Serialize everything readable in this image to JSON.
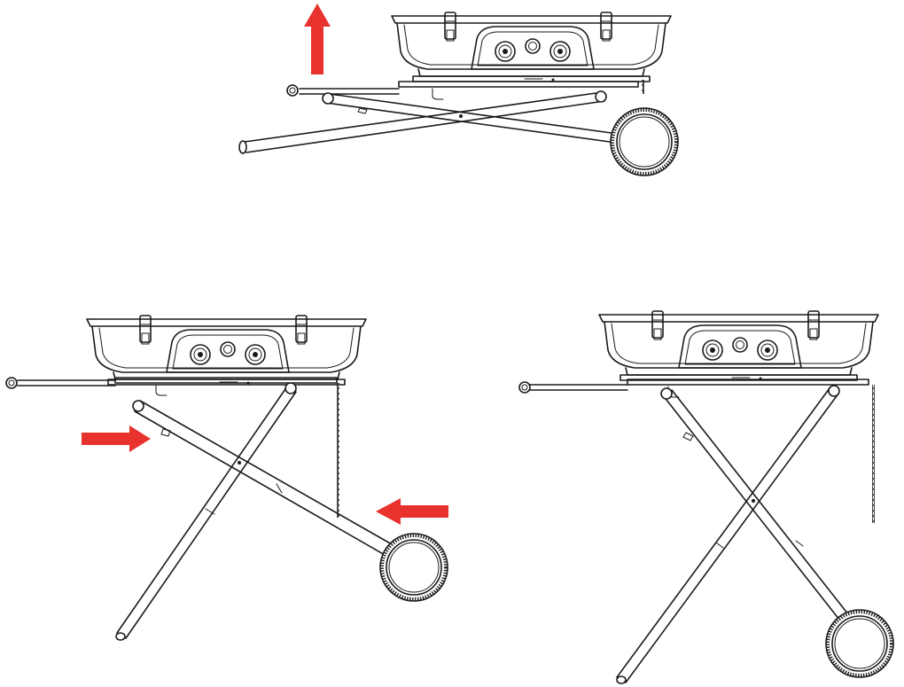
{
  "diagram": {
    "panels": [
      {
        "name": "step-lift-handle",
        "arrow": "up"
      },
      {
        "name": "step-push-legs-together",
        "arrow": "inward-pair"
      },
      {
        "name": "step-standing-position",
        "arrow": "none"
      }
    ]
  },
  "colors": {
    "line": "#1a1a1a",
    "arrow": "#e8322d",
    "background": "#ffffff"
  },
  "icons": [
    "grill-body-icon",
    "burner-knob-icon",
    "ignition-button-icon",
    "wheel-icon",
    "latch-icon",
    "direction-arrow-icon"
  ]
}
